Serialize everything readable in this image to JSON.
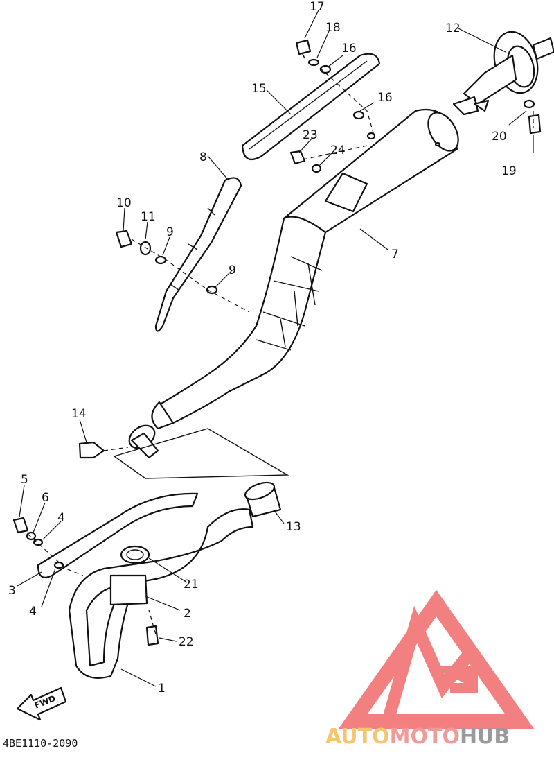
{
  "diagram": {
    "part_numbers": [
      "1",
      "2",
      "3",
      "4",
      "4",
      "5",
      "6",
      "7",
      "8",
      "9",
      "9",
      "10",
      "11",
      "12",
      "13",
      "14",
      "15",
      "16",
      "16",
      "17",
      "18",
      "19",
      "20",
      "21",
      "22",
      "23",
      "24"
    ],
    "fwd_label": "FWD",
    "figure_code": "4BE1110-2090"
  },
  "logo": {
    "word_part1": "AUTO",
    "word_part2": "MOTO",
    "word_part3": "HUB",
    "color_1": "#f7c56f",
    "color_2": "#f29a9a",
    "color_3": "#9a9a9a",
    "triangle_color": "#f26a6a"
  }
}
